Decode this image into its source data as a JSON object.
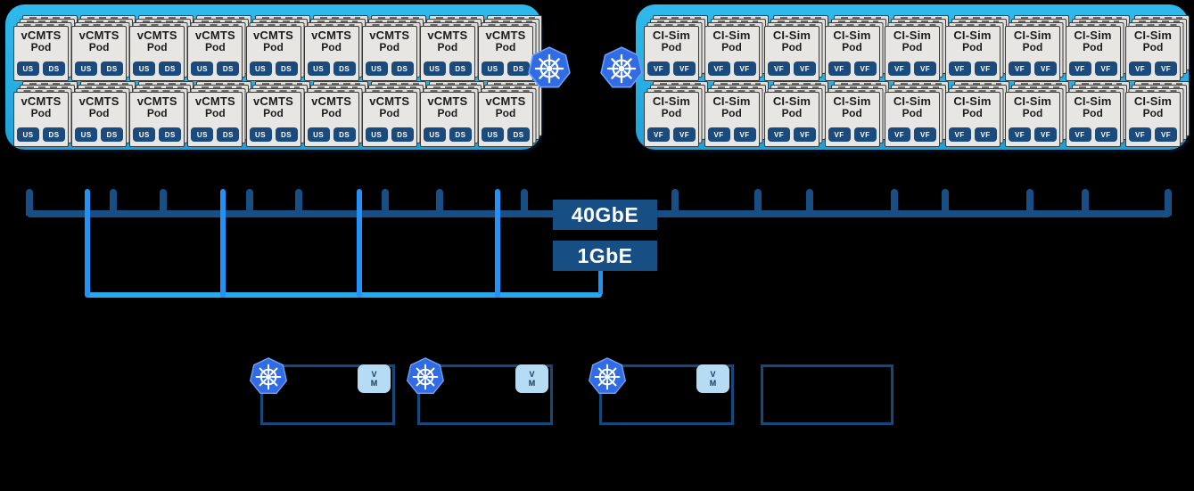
{
  "clusters": [
    {
      "id": "vcmts",
      "pod_title": "vCMTS",
      "pod_subtitle": "Pod",
      "badges": [
        "US",
        "DS"
      ],
      "rows": 2,
      "columns": 9,
      "pod_count": 18
    },
    {
      "id": "cisim",
      "pod_title": "CI-Sim",
      "pod_subtitle": "Pod",
      "badges": [
        "VF",
        "VF"
      ],
      "rows": 2,
      "columns": 9,
      "pod_count": 18
    }
  ],
  "network": {
    "links": [
      {
        "label": "40GbE"
      },
      {
        "label": "1GbE"
      }
    ]
  },
  "hosts": [
    {
      "kubernetes_icon": true,
      "vm_badge": "VM"
    },
    {
      "kubernetes_icon": true,
      "vm_badge": "VM"
    },
    {
      "kubernetes_icon": true,
      "vm_badge": "VM"
    },
    {
      "kubernetes_icon": false,
      "vm_badge": null
    }
  ],
  "icons": {
    "kubernetes": "kubernetes-helm-wheel-icon",
    "vm": "virtual-machine-badge"
  },
  "colors": {
    "cluster_fill": "#29b1e6",
    "pod_card_fill": "#e7e6e3",
    "pod_badge_fill": "#1b4a7d",
    "bus_40gbe": "#174f85",
    "link_1gbe": "#2492f5",
    "bus_1gbe": "#29a8ee",
    "kubernetes_blue": "#326ce5",
    "vm_badge_fill": "#b5dcf4",
    "background": "#000000"
  }
}
